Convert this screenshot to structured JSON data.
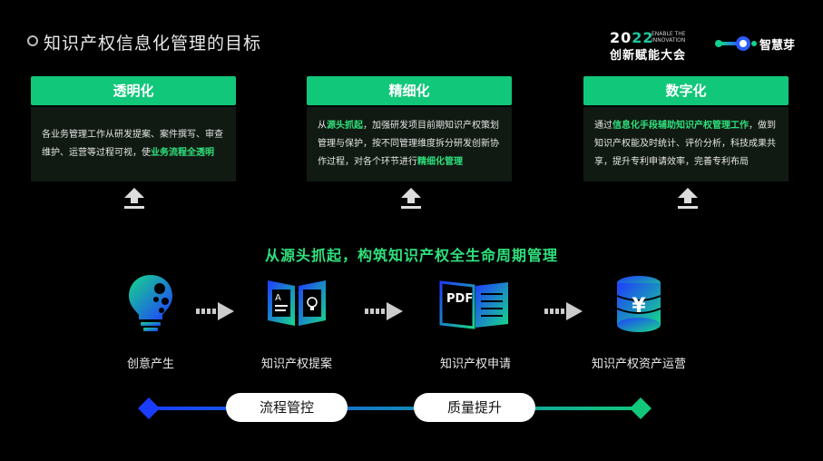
{
  "header": {
    "title": "知识产权信息化管理的目标",
    "event_year_lead": "20",
    "event_year_tail": "22",
    "event_en_line1": "ENABLE THE",
    "event_en_line2": "INNOVATION",
    "event_name": "创新赋能大会",
    "brand_name": "智慧芽"
  },
  "cards": [
    {
      "title": "透明化",
      "segments": [
        {
          "text": "各业务管理工作从研发提案、案件撰写、审查维护、运营等过程可视，使",
          "hl": false
        },
        {
          "text": "业务流程全透明",
          "hl": true
        }
      ]
    },
    {
      "title": "精细化",
      "segments": [
        {
          "text": "从",
          "hl": false
        },
        {
          "text": "源头抓起",
          "hl": true
        },
        {
          "text": "，加强研发项目前期知识产权策划管理与保护，按不同管理维度拆分研发创新协作过程，对各个环节进行",
          "hl": false
        },
        {
          "text": "精细化管理",
          "hl": true
        }
      ]
    },
    {
      "title": "数字化",
      "segments": [
        {
          "text": "通过",
          "hl": false
        },
        {
          "text": "信息化手段辅助知识产权管理工作",
          "hl": true
        },
        {
          "text": "，做到知识产权能及时统计、评价分析，科技成果共享，提升专利申请效率，完善专利布局",
          "hl": false
        }
      ]
    }
  ],
  "slogan": "从源头抓起，构筑知识产权全生命周期管理",
  "stages": [
    {
      "label": "创意产生",
      "icon": "lightbulb-icon"
    },
    {
      "label": "知识产权提案",
      "icon": "book-lamp-icon"
    },
    {
      "label": "知识产权申请",
      "icon": "pdf-book-icon"
    },
    {
      "label": "知识产权资产运营",
      "icon": "coin-stack-icon"
    }
  ],
  "pdf_label": "PDF",
  "coin_symbol": "¥",
  "timeline": {
    "pill_left": "流程管控",
    "pill_right": "质量提升"
  },
  "colors": {
    "accent_green": "#11c77a",
    "highlight_green": "#2fe07c",
    "blue": "#1a3cff",
    "card_body": "#101a12"
  }
}
